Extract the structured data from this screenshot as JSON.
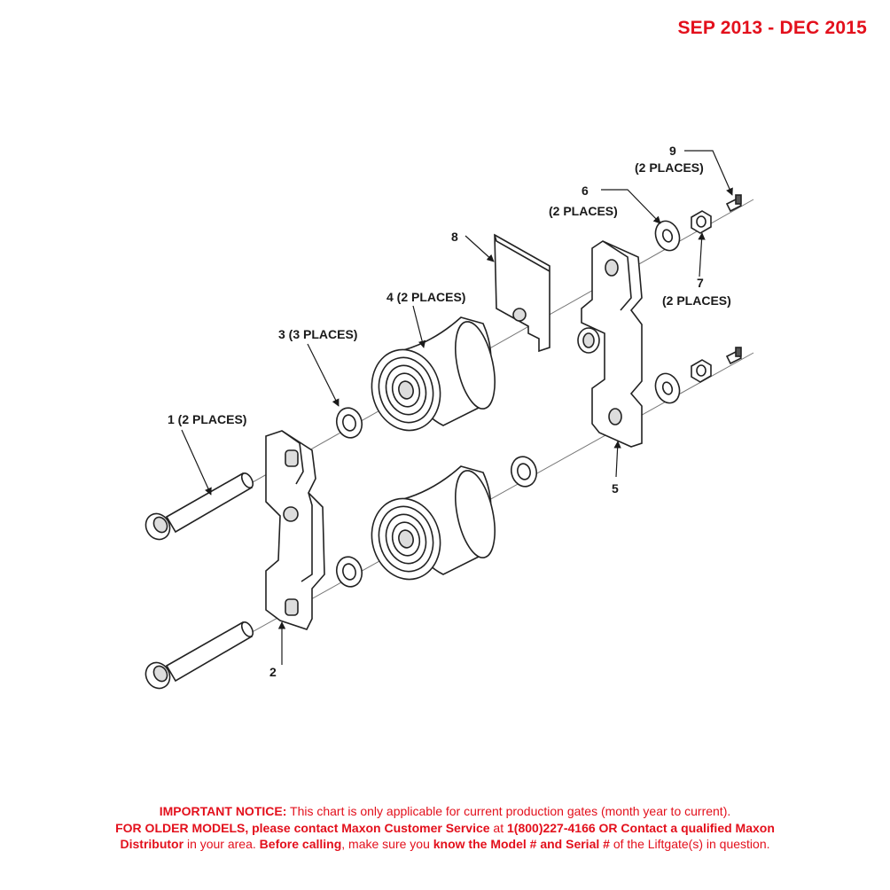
{
  "header": {
    "date_range": "SEP 2013 - DEC 2015"
  },
  "callouts": {
    "c1": "1 (2 PLACES)",
    "c2": "2",
    "c3": "3 (3 PLACES)",
    "c4": "4 (2 PLACES)",
    "c5": "5",
    "c6_num": "6",
    "c6_qty": "(2 PLACES)",
    "c7_num": "7",
    "c7_qty": "(2 PLACES)",
    "c8": "8",
    "c9_num": "9",
    "c9_qty": "(2 PLACES)"
  },
  "notice": {
    "l1_bold": "IMPORTANT NOTICE:",
    "l1_text": " This chart is only applicable for current production gates (month year to current).",
    "l2_bold_a": "FOR OLDER MODELS, please contact Maxon Customer Service",
    "l2_text_a": " at ",
    "l2_bold_b": "1(800)227-4166 OR Contact a qualified Maxon",
    "l3_bold_a": "Distributor",
    "l3_text_a": " in your area. ",
    "l3_bold_b": "Before calling",
    "l3_text_b": ", make sure you ",
    "l3_bold_c": "know the Model # and Serial #",
    "l3_text_c": " of the Liftgate(s) in question."
  }
}
